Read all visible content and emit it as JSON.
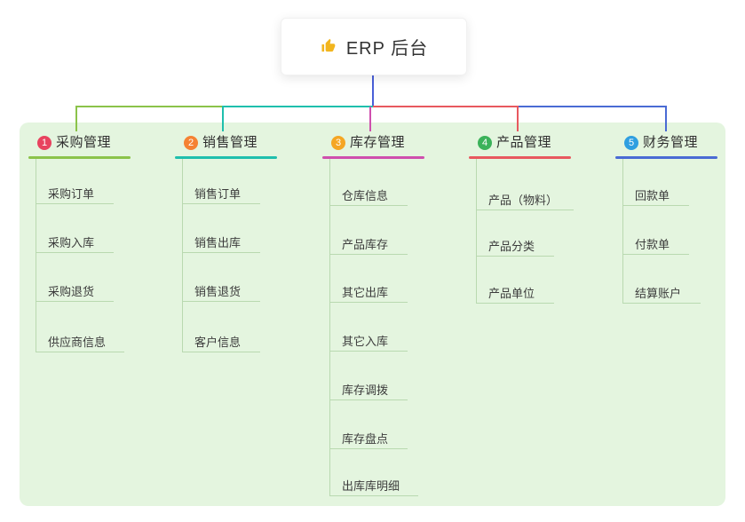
{
  "root": {
    "label": "ERP 后台"
  },
  "icons": {
    "root_icon": "thumbs-up-icon"
  },
  "colors": {
    "panel": "#e4f5df",
    "root_connector": "#4a5fd8",
    "child_line": "#b9d9b0"
  },
  "branches": [
    {
      "index": "1",
      "title": "采购管理",
      "badge_color": "#e8435f",
      "line_color": "#8bc34a",
      "children": [
        "采购订单",
        "采购入库",
        "采购退货",
        "供应商信息"
      ]
    },
    {
      "index": "2",
      "title": "销售管理",
      "badge_color": "#f58233",
      "line_color": "#1fbfad",
      "children": [
        "销售订单",
        "销售出库",
        "销售退货",
        "客户信息"
      ]
    },
    {
      "index": "3",
      "title": "库存管理",
      "badge_color": "#f5a623",
      "line_color": "#cf4fae",
      "children": [
        "仓库信息",
        "产品库存",
        "其它出库",
        "其它入库",
        "库存调拨",
        "库存盘点",
        "出库库明细"
      ]
    },
    {
      "index": "4",
      "title": "产品管理",
      "badge_color": "#3bb25a",
      "line_color": "#e8595f",
      "children": [
        "产品（物料）",
        "产品分类",
        "产品单位"
      ]
    },
    {
      "index": "5",
      "title": "财务管理",
      "badge_color": "#2f9fe0",
      "line_color": "#4a6bd4",
      "children": [
        "回款单",
        "付款单",
        "结算账户"
      ]
    }
  ]
}
